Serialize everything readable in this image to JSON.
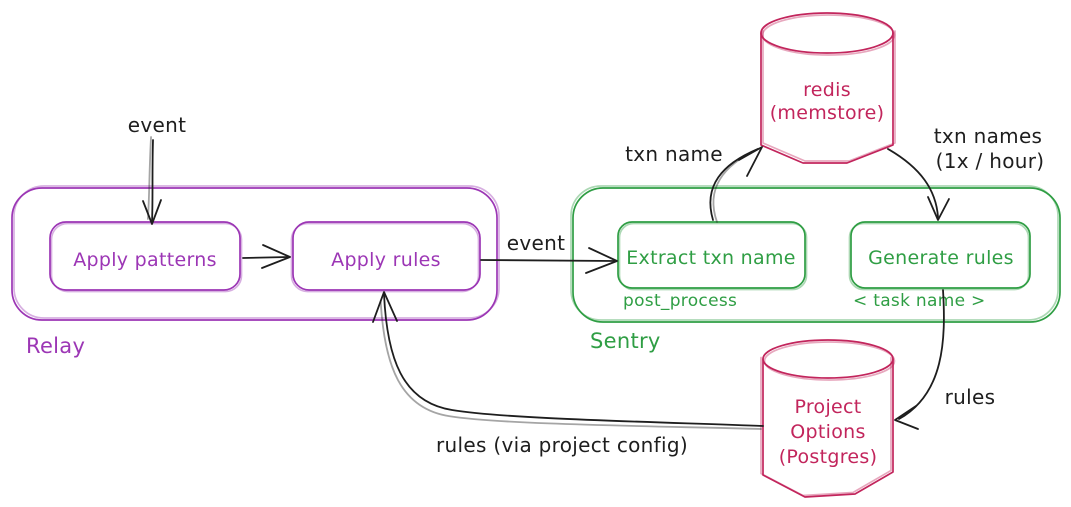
{
  "colors": {
    "relay_purple": "#9c36b5",
    "sentry_green": "#2f9e44",
    "store_red": "#c2255c",
    "ink_black": "#1e1e1e",
    "background": "#ffffff"
  },
  "relay": {
    "label": "Relay",
    "nodes": [
      {
        "label": "Apply patterns"
      },
      {
        "label": "Apply rules"
      }
    ]
  },
  "sentry": {
    "label": "Sentry",
    "nodes": [
      {
        "label": "Extract txn name",
        "sublabel": "post_process"
      },
      {
        "label": "Generate rules",
        "sublabel": "< task name >"
      }
    ]
  },
  "stores": {
    "redis": {
      "line1": "redis",
      "line2": "(memstore)"
    },
    "postgres": {
      "line1": "Project",
      "line2": "Options",
      "line3": "(Postgres)"
    }
  },
  "labels": {
    "event_in": "event",
    "event_flow": "event",
    "txn_name": "txn name",
    "txn_names_line1": "txn names",
    "txn_names_line2": "(1x / hour)",
    "rules": "rules",
    "rules_via_config": "rules (via project config)"
  }
}
